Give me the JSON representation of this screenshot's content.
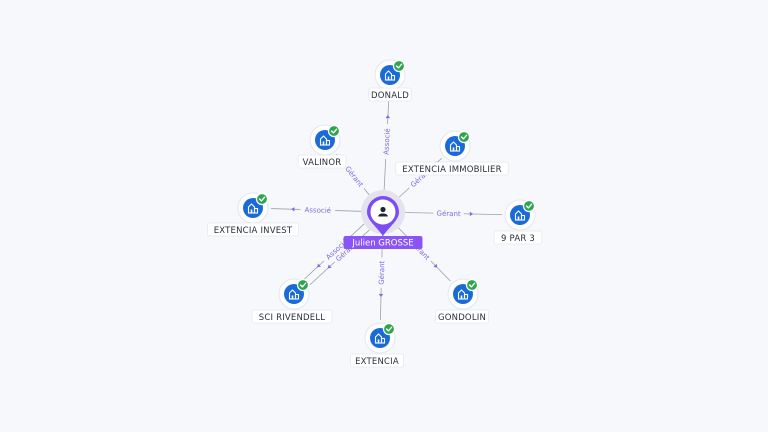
{
  "center": {
    "name": "Julien GROSSE",
    "icon": "person-icon",
    "color": "#8a55f4"
  },
  "edges": [
    {
      "target": "DONALD",
      "label": "Associé"
    },
    {
      "target": "VALINOR",
      "label": "Gérant"
    },
    {
      "target": "EXTENCIA IMMOBILIER",
      "label": "Gérant"
    },
    {
      "target": "EXTENCIA INVEST",
      "label": "Associé"
    },
    {
      "target": "9 PAR 3",
      "label": "Gérant"
    },
    {
      "target": "SCI RIVENDELL",
      "label": "Gérant"
    },
    {
      "target": "SCI RIVENDELL",
      "label": "Associé"
    },
    {
      "target": "EXTENCIA",
      "label": "Gérant"
    },
    {
      "target": "GONDOLIN",
      "label": "Gérant"
    }
  ],
  "companies": [
    {
      "name": "DONALD",
      "icon": "building-icon",
      "status": "active-check-icon"
    },
    {
      "name": "VALINOR",
      "icon": "building-icon",
      "status": "active-check-icon"
    },
    {
      "name": "EXTENCIA IMMOBILIER",
      "icon": "building-icon",
      "status": "active-check-icon"
    },
    {
      "name": "EXTENCIA INVEST",
      "icon": "building-icon",
      "status": "active-check-icon"
    },
    {
      "name": "9 PAR 3",
      "icon": "building-icon",
      "status": "active-check-icon"
    },
    {
      "name": "SCI RIVENDELL",
      "icon": "building-icon",
      "status": "active-check-icon"
    },
    {
      "name": "GONDOLIN",
      "icon": "building-icon",
      "status": "active-check-icon"
    },
    {
      "name": "EXTENCIA",
      "icon": "building-icon",
      "status": "active-check-icon"
    }
  ],
  "colors": {
    "company_node": "#1a6bd8",
    "status_ok": "#2da44e",
    "edge_label": "#7a6ae6"
  }
}
